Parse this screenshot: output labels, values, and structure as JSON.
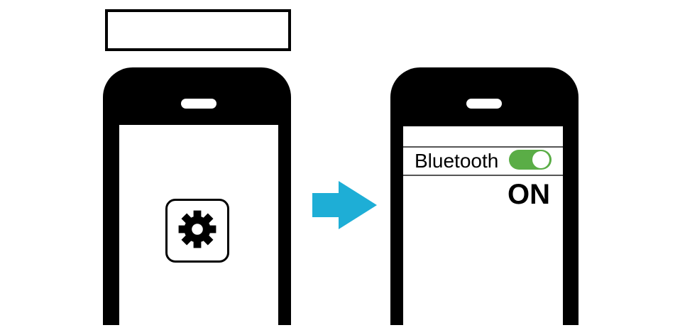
{
  "caption_box": {
    "text": ""
  },
  "left_phone": {
    "screen": {
      "settings_button": {
        "icon": "gear-icon"
      }
    }
  },
  "arrow": {
    "icon": "arrow-right-icon",
    "direction": "right"
  },
  "right_phone": {
    "bluetooth_row": {
      "label": "Bluetooth",
      "toggle_state": "on"
    },
    "status_text": "ON"
  },
  "colors": {
    "arrow_cyan": "#1EAED6",
    "toggle_green": "#5AAD46",
    "phone_body": "#000000",
    "divider_gray": "#555555"
  }
}
